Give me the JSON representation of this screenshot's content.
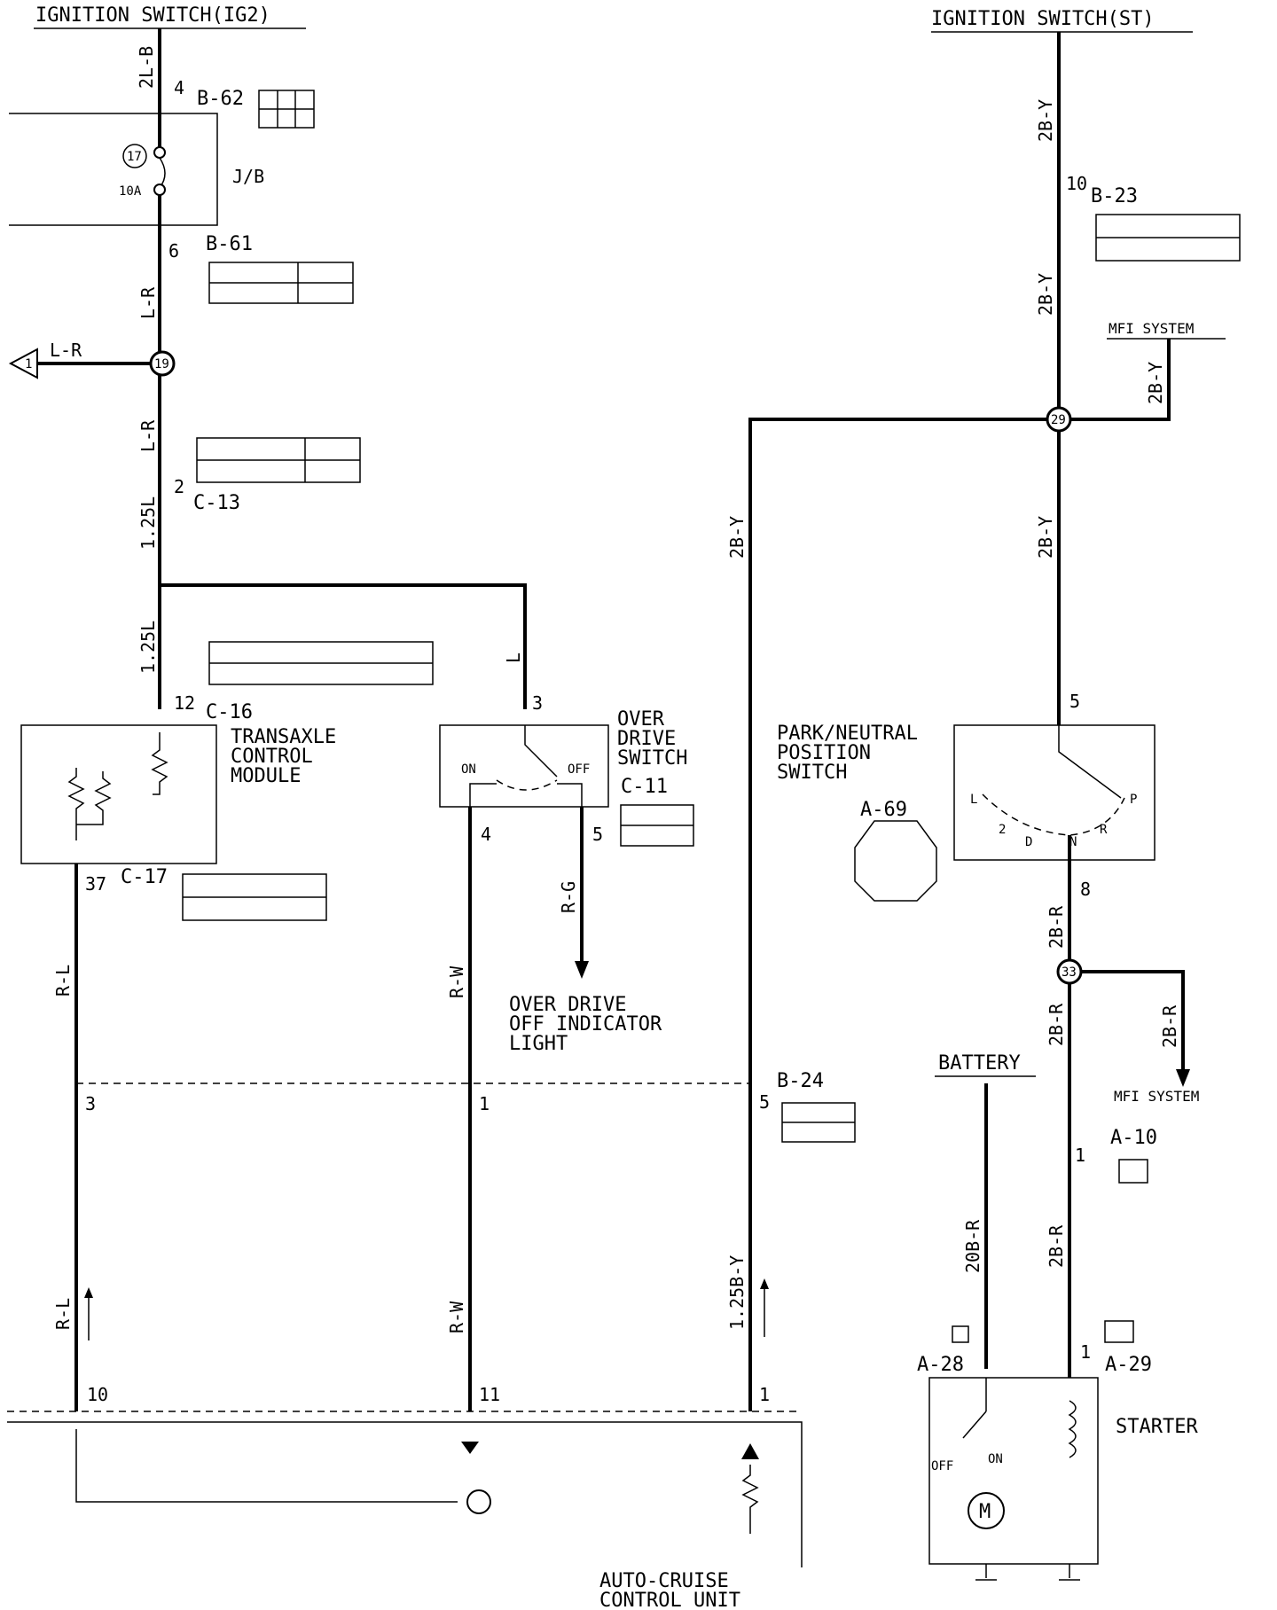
{
  "titles": {
    "ig2": "IGNITION SWITCH(IG2)",
    "st": "IGNITION SWITCH(ST)"
  },
  "wires": {
    "w1": "2L-B",
    "w2": "L-R",
    "w3": "L-R",
    "w4": "1.25L",
    "w5": "1.25L",
    "w6": "L",
    "w7": "R-L",
    "w8": "R-L",
    "w9": "R-W",
    "w10": "R-W",
    "w11": "R-G",
    "w12": "2B-Y",
    "w13": "1.25B-Y",
    "w14": "2B-Y",
    "w15": "2B-Y",
    "w16": "2B-Y",
    "w17": "2B-Y",
    "w18": "2B-R",
    "w19": "2B-R",
    "w20": "2B-R",
    "w21": "2B-R",
    "w22": "20B-R",
    "w23": "L-R"
  },
  "connectors": {
    "b62": "B-62",
    "b61": "B-61",
    "c13": "C-13",
    "c16": "C-16",
    "c17": "C-17",
    "c11": "C-11",
    "b23": "B-23",
    "b24": "B-24",
    "a69": "A-69",
    "a10": "A-10",
    "a28": "A-28",
    "a29": "A-29"
  },
  "pins": {
    "p4": "4",
    "p6": "6",
    "p2": "2",
    "p12": "12",
    "p37": "37",
    "p3a": "3",
    "p3b": "3",
    "p4b": "4",
    "p5a": "5",
    "p1a": "1",
    "p5b": "5",
    "p10a": "10",
    "p5c": "5",
    "p8": "8",
    "p1b": "1",
    "p1c": "1",
    "p10b": "10",
    "p11": "11",
    "p1d": "1"
  },
  "junctions": {
    "j19": "19",
    "j29": "29",
    "j33": "33",
    "fuse": "17",
    "pointer": "1"
  },
  "labels": {
    "jb": "J/B",
    "fuse_rating": "10A",
    "tcm1": "TRANSAXLE",
    "tcm2": "CONTROL",
    "tcm3": "MODULE",
    "od1": "OVER",
    "od2": "DRIVE",
    "od3": "SWITCH",
    "on": "ON",
    "off": "OFF",
    "odl1": "OVER DRIVE",
    "odl2": "OFF INDICATOR",
    "odl3": "LIGHT",
    "pn1": "PARK/NEUTRAL",
    "pn2": "POSITION",
    "pn3": "SWITCH",
    "posL": "L",
    "pos2": "2",
    "posD": "D",
    "posN": "N",
    "posR": "R",
    "posP": "P",
    "mfi1": "MFI SYSTEM",
    "mfi2": "MFI SYSTEM",
    "battery": "BATTERY",
    "starter": "STARTER",
    "st_off": "OFF",
    "st_on": "ON",
    "motor": "M",
    "acu1": "AUTO-CRUISE",
    "acu2": "CONTROL UNIT"
  }
}
